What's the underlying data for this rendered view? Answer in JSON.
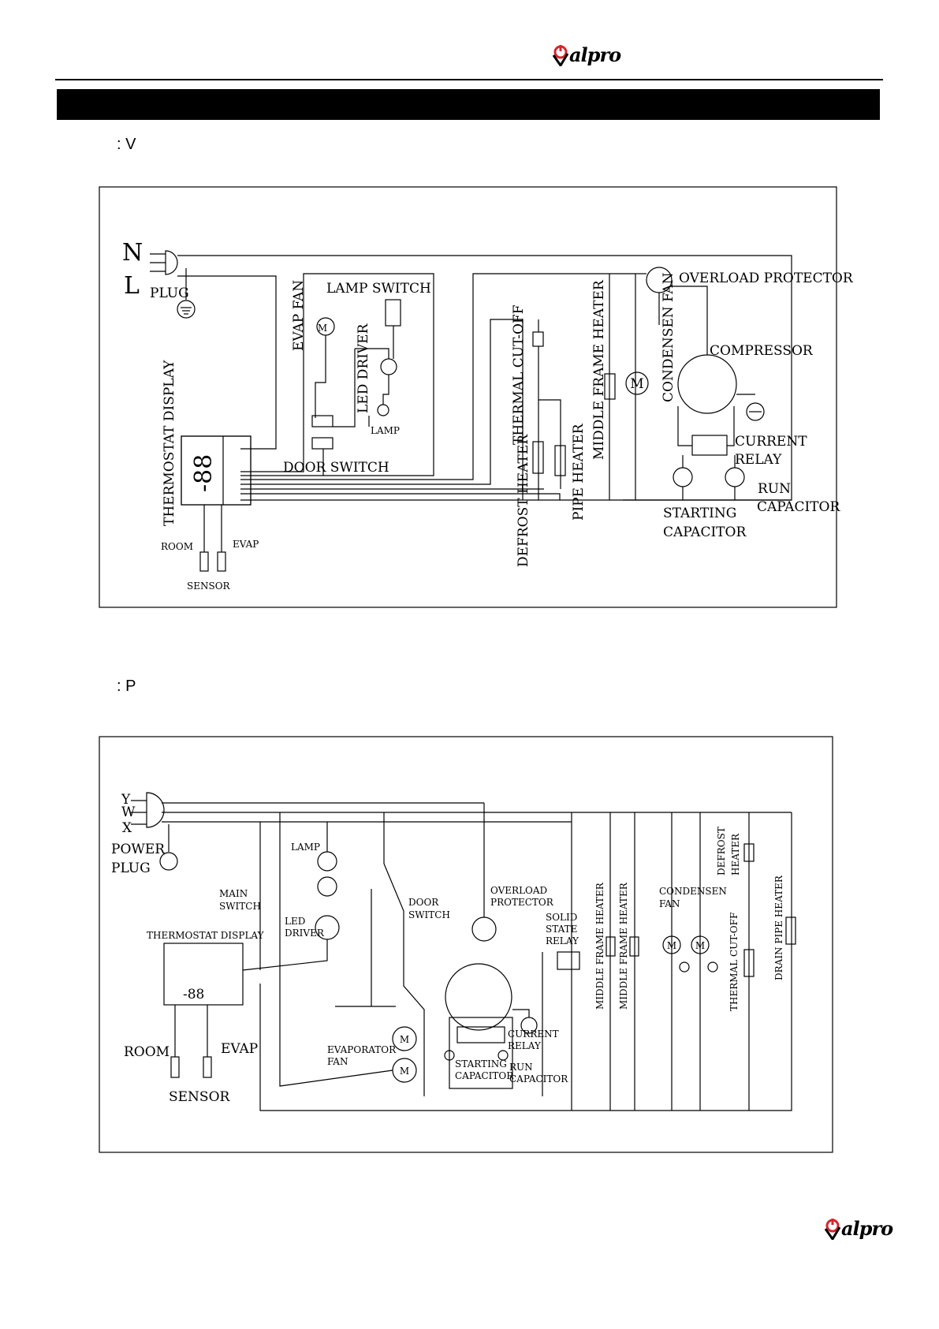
{
  "logo": {
    "text": "alpro",
    "accent_color": "#d6262b"
  },
  "captions": {
    "diagram1": ": V",
    "diagram2": ": P"
  },
  "diagram1": {
    "labels": {
      "n": "N",
      "l": "L",
      "plug": "PLUG",
      "evap_fan": "EVAP FAN",
      "lamp_switch": "LAMP SWITCH",
      "led_driver": "LED DRIVER",
      "lamp": "LAMP",
      "door_switch": "DOOR SWITCH",
      "thermostat_display": "THERMOSTAT DISPLAY",
      "display_readout": "-88",
      "room": "ROOM",
      "evap": "EVAP",
      "sensor": "SENSOR",
      "thermal_cutoff": "THERMAL CUT-OFF",
      "defrost_heater": "DEFROST HEATER",
      "pipe_heater": "PIPE HEATER",
      "middle_frame_heater": "MIDDLE FRAME HEATER",
      "condensen_fan": "CONDENSEN FAN",
      "overload_protector": "OVERLOAD PROTECTOR",
      "compressor": "COMPRESSOR",
      "current": "CURRENT",
      "relay": "RELAY",
      "run": "RUN",
      "run_capacitor": "CAPACITOR",
      "starting": "STARTING",
      "starting_capacitor": "CAPACITOR",
      "motor": "M"
    }
  },
  "diagram2": {
    "labels": {
      "y": "Y",
      "w": "W",
      "x": "X",
      "power": "POWER",
      "plug": "PLUG",
      "lamp": "LAMP",
      "main": "MAIN",
      "switch": "SWITCH",
      "led": "LED",
      "driver": "DRIVER",
      "thermostat_display": "THERMOSTAT DISPLAY",
      "display_readout": "-88",
      "room": "ROOM",
      "evap": "EVAP",
      "sensor": "SENSOR",
      "door": "DOOR",
      "door_switch": "SWITCH",
      "evaporator": "EVAPORATOR",
      "fan": "FAN",
      "overload": "OVERLOAD",
      "protector": "PROTECTOR",
      "solid": "SOLID",
      "state": "STATE",
      "relay_ssr": "RELAY",
      "current": "CURRENT",
      "relay": "RELAY",
      "starting": "STARTING",
      "capacitor": "CAPACITOR",
      "run": "RUN",
      "run_capacitor": "CAPACITOR",
      "middle_frame_heater": "MIDDLE FRAME HEATER",
      "condensen": "CONDENSEN",
      "condensen_fan": "FAN",
      "defrost": "DEFROST",
      "heater": "HEATER",
      "thermal_cutoff": "THERMAL CUT-OFF",
      "drain_pipe_heater": "DRAIN PIPE HEATER",
      "motor": "M"
    }
  }
}
